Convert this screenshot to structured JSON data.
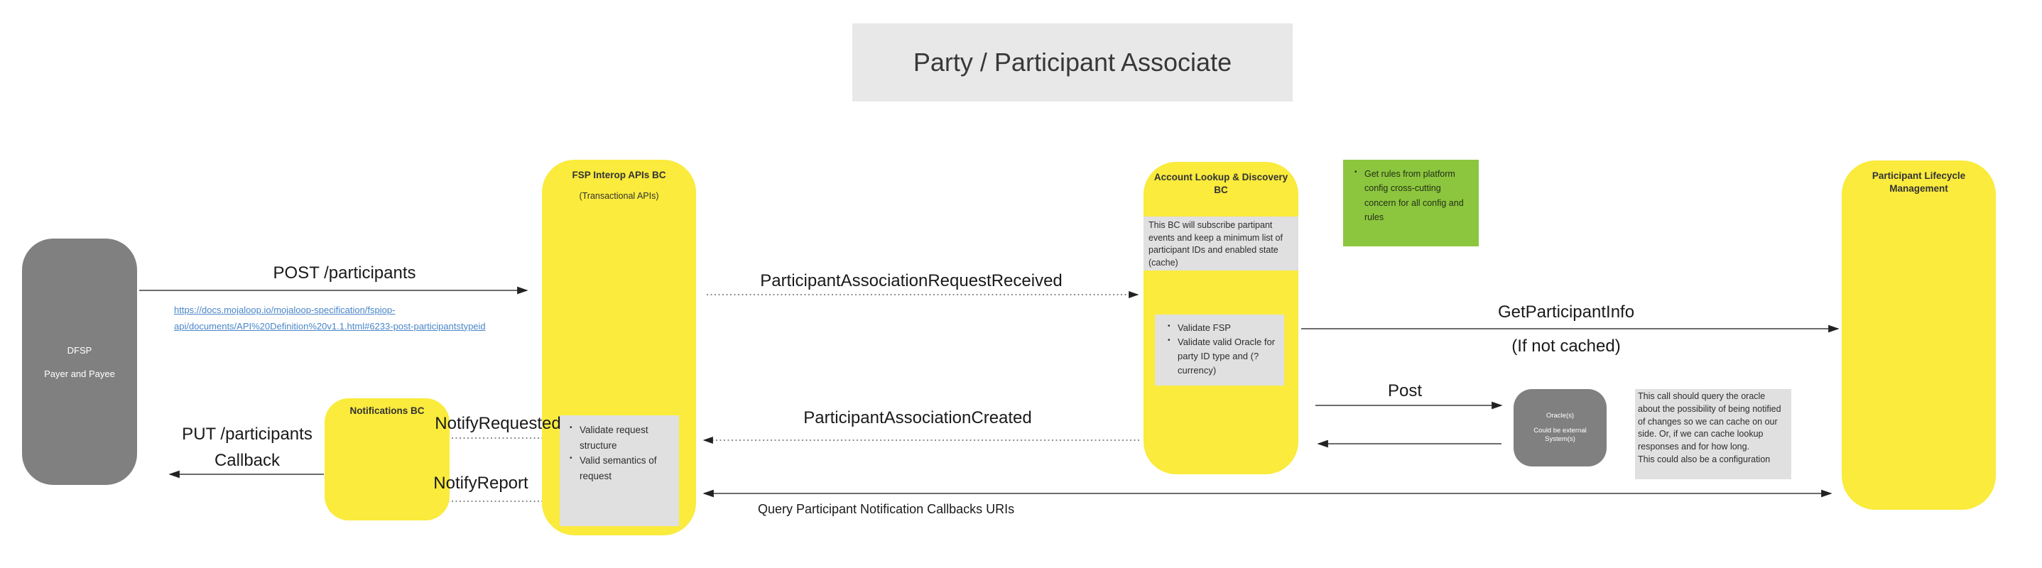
{
  "title": "Party / Participant Associate",
  "colors": {
    "sticky_yellow": "#faeb3d",
    "note_green": "#8cc63f",
    "actor_gray": "#808080",
    "note_gray": "#e0e0e0",
    "title_gray": "#e8e8e8",
    "link_blue": "#4a86c8"
  },
  "actors": {
    "dfsp": {
      "name": "DFSP",
      "role": "Payer and Payee"
    },
    "fsp_interop": {
      "name": "FSP Interop APIs BC",
      "subtitle": "(Transactional APIs)",
      "validations": [
        "Validate request structure",
        "Valid semantics of request"
      ]
    },
    "notifications": {
      "name": "Notifications BC"
    },
    "account_lookup": {
      "name": "Account Lookup & Discovery BC",
      "note": "This BC will subscribe partipant events and keep a minimum list of participant IDs and enabled state (cache)",
      "validations": [
        "Validate FSP",
        "Validate valid Oracle for party ID type and (?currency)"
      ]
    },
    "participant_lifecycle": {
      "name": "Participant Lifecycle Management"
    },
    "oracle": {
      "name": "Oracle(s)",
      "subtitle": "Could be external System(s)"
    }
  },
  "notes": {
    "platform_rules": [
      "Get rules from platform config cross-cutting concern for all config and rules"
    ],
    "oracle_cache": [
      "This call should query the oracle about the possibility of being notified of changes so we can cache on our side. Or, if we can cache lookup responses and for how long.",
      "This could also be a configuration"
    ]
  },
  "messages": {
    "post_participants": "POST /participants",
    "post_participants_link": [
      "https://docs.mojaloop.io/mojaloop-specification/fspiop-",
      "api/documents/API%20Definition%20v1.1.html#6233-post-participantstypeid"
    ],
    "participant_association_request_received": "ParticipantAssociationRequestReceived",
    "get_participant_info": "GetParticipantInfo",
    "get_participant_info_condition": "(If not cached)",
    "post": "Post",
    "participant_association_created": "ParticipantAssociationCreated",
    "notify_requested": "NotifyRequested",
    "notify_report": "NotifyReport",
    "put_participants": "PUT /participants",
    "put_participants_line2": "Callback",
    "query_uris": "Query Participant Notification Callbacks URIs"
  }
}
